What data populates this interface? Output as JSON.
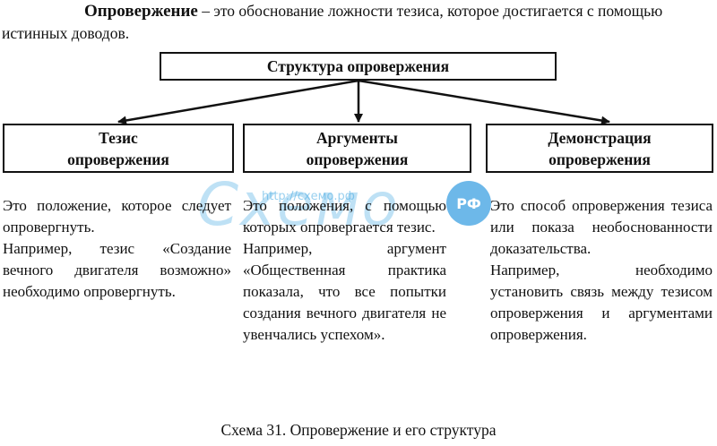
{
  "intro": {
    "term": "Опровержение",
    "definition": " – это обоснование ложности тезиса, которое достигается с помощью истинных доводов."
  },
  "diagram": {
    "root": "Структура опровержения",
    "branches": [
      {
        "title": [
          "Тезис",
          "опровержения"
        ],
        "description": [
          "Это положение, которое следует опровергнуть.",
          "Например, тезис «Создание вечного двигателя возможно» необходимо опровергнуть."
        ]
      },
      {
        "title": [
          "Аргументы",
          "опровержения"
        ],
        "description": [
          "Это положения, с помощью которых опровергается тезис.",
          "Например, аргумент «Общественная практика показала, что все попытки создания вечного двигателя не увенчались успехом»."
        ]
      },
      {
        "title": [
          "Демонстрация",
          "опровержения"
        ],
        "description": [
          "Это способ опровержения тезиса или показа необоснованности доказательства.",
          "Например, необходимо установить связь между тезисом опровержения и аргументами опровержения."
        ]
      }
    ]
  },
  "watermark": {
    "logo": "Схемо",
    "url": "http://схемо.рф",
    "badge": "РФ"
  },
  "caption": "Схема 31. Опровержение и его структура"
}
